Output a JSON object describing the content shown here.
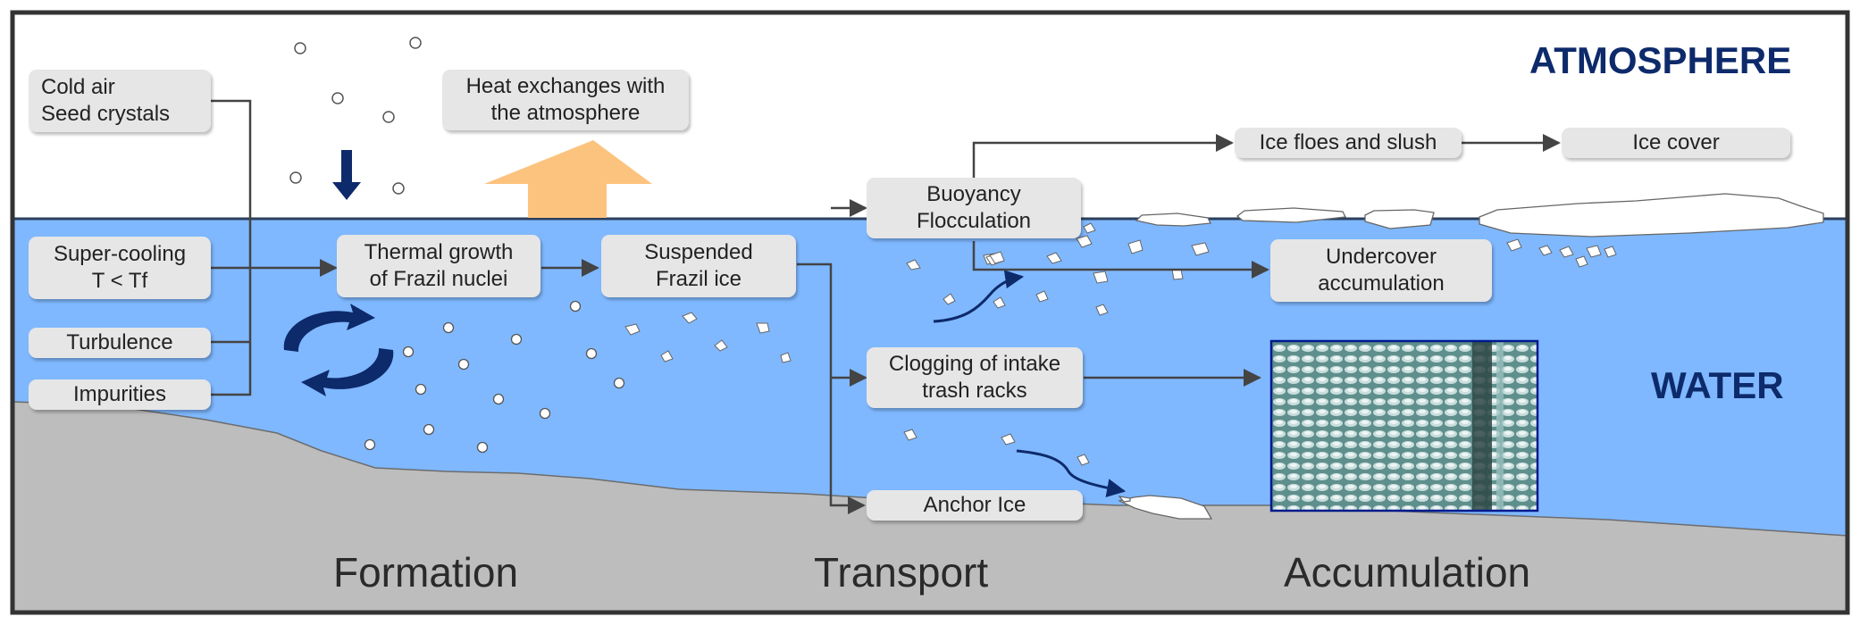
{
  "regions": {
    "atmosphere": "ATMOSPHERE",
    "water": "WATER"
  },
  "phases": {
    "formation": "Formation",
    "transport": "Transport",
    "accumulation": "Accumulation"
  },
  "boxes": {
    "cold_air": "Cold air\nSeed crystals",
    "super_cooling": "Super-cooling\nT < Tf",
    "turbulence": "Turbulence",
    "impurities": "Impurities",
    "heat_exchange": "Heat exchanges with\nthe atmosphere",
    "thermal_growth": "Thermal growth\nof Frazil nuclei",
    "suspended": "Suspended\nFrazil ice",
    "buoyancy": "Buoyancy\nFlocculation",
    "ice_floes": "Ice floes and slush",
    "ice_cover": "Ice cover",
    "undercover": "Undercover\naccumulation",
    "clogging": "Clogging of intake\ntrash racks",
    "anchor": "Anchor Ice"
  },
  "colors": {
    "water": "#7fb8ff",
    "riverbed": "#bdbdbd",
    "sky": "#ffffff",
    "label_dark_blue": "#0d2a6b",
    "heat_arrow": "#fcc37e",
    "box_fill": "#e6e6e6",
    "connector": "#444444",
    "frame": "#333333"
  },
  "icons": [
    "seed-crystal-icon",
    "cooling-arrow-icon",
    "heat-arrow-icon",
    "turbulence-cycle-icon",
    "frazil-crystal-icon",
    "ice-floe-icon",
    "trash-rack-photo"
  ]
}
